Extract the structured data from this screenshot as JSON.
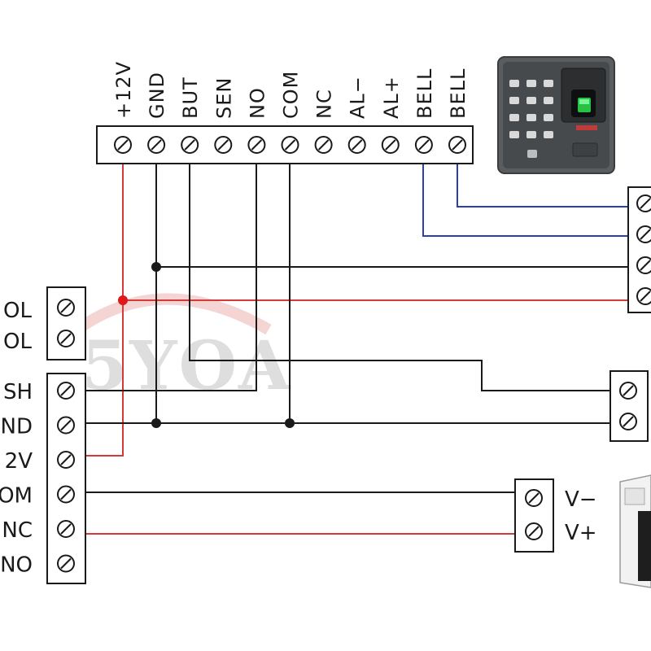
{
  "watermark": {
    "text": "5YOA"
  },
  "top_terminal": {
    "labels": [
      "+12V",
      "GND",
      "BUT",
      "SEN",
      "NO",
      "COM",
      "NC",
      "AL−",
      "AL+",
      "BELL",
      "BELL"
    ]
  },
  "solenoid_terminal": {
    "labels": [
      "OL",
      "OL"
    ]
  },
  "power_terminal": {
    "labels": [
      "SH",
      "ND",
      "2V",
      "OM",
      "NC",
      "NO"
    ]
  },
  "lock_terminal": {
    "labels": [
      "V−",
      "V+"
    ]
  },
  "colors": {
    "wire_black": "#1a1a1a",
    "wire_red": "#d43a3a",
    "wire_blue": "#2a3fb0",
    "junction_red": "#e01818"
  },
  "icons": [
    "fingerprint-reader-icon",
    "magnetic-lock-icon",
    "screw-terminal-icon"
  ]
}
